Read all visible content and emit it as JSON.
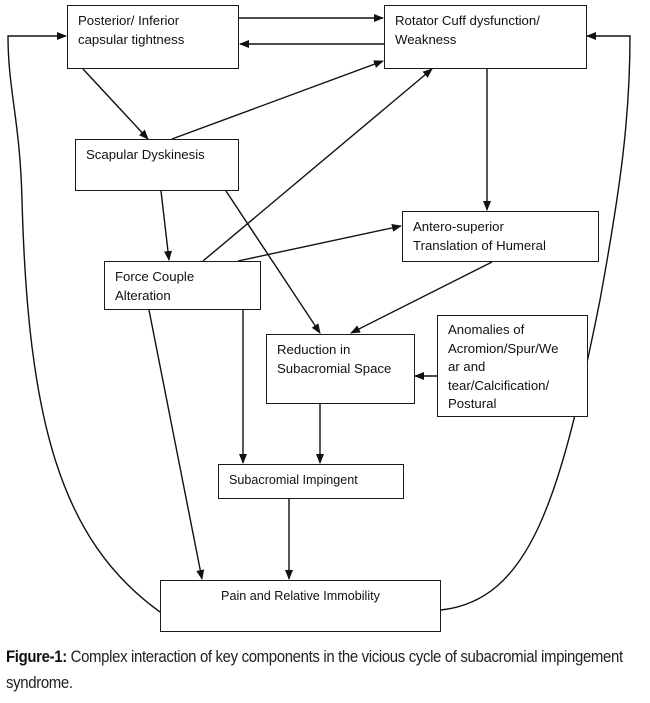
{
  "figure": {
    "nodes": {
      "posterior": {
        "label": "Posterior/ Inferior\ncapsular tightness"
      },
      "rotator": {
        "label": "Rotator Cuff dysfunction/\nWeakness"
      },
      "scapular": {
        "label": "Scapular Dyskinesis"
      },
      "antero": {
        "label": "Antero-superior\nTranslation of Humeral"
      },
      "force": {
        "label": "Force Couple\nAlteration"
      },
      "reduction": {
        "label": "Reduction in\nSubacromial Space"
      },
      "anomalies": {
        "label": "Anomalies of\nAcromion/Spur/We\nar and\ntear/Calcification/\nPostural"
      },
      "impingent": {
        "label": "Subacromial Impingent"
      },
      "pain": {
        "label": "Pain and Relative Immobility"
      }
    },
    "edges": [
      {
        "from": "posterior",
        "to": "rotator"
      },
      {
        "from": "rotator",
        "to": "posterior"
      },
      {
        "from": "posterior",
        "to": "scapular"
      },
      {
        "from": "scapular",
        "to": "rotator"
      },
      {
        "from": "scapular",
        "to": "force"
      },
      {
        "from": "scapular",
        "to": "reduction"
      },
      {
        "from": "force",
        "to": "rotator"
      },
      {
        "from": "force",
        "to": "antero"
      },
      {
        "from": "force",
        "to": "impingent"
      },
      {
        "from": "force",
        "to": "pain"
      },
      {
        "from": "rotator",
        "to": "antero"
      },
      {
        "from": "antero",
        "to": "reduction"
      },
      {
        "from": "anomalies",
        "to": "reduction"
      },
      {
        "from": "reduction",
        "to": "impingent"
      },
      {
        "from": "impingent",
        "to": "pain"
      },
      {
        "from": "pain",
        "to": "posterior"
      },
      {
        "from": "pain",
        "to": "rotator"
      }
    ]
  },
  "caption": {
    "prefix": "Figure-1:",
    "text": " Complex interaction of key components in the vicious cycle of subacromial impingement syndrome."
  }
}
